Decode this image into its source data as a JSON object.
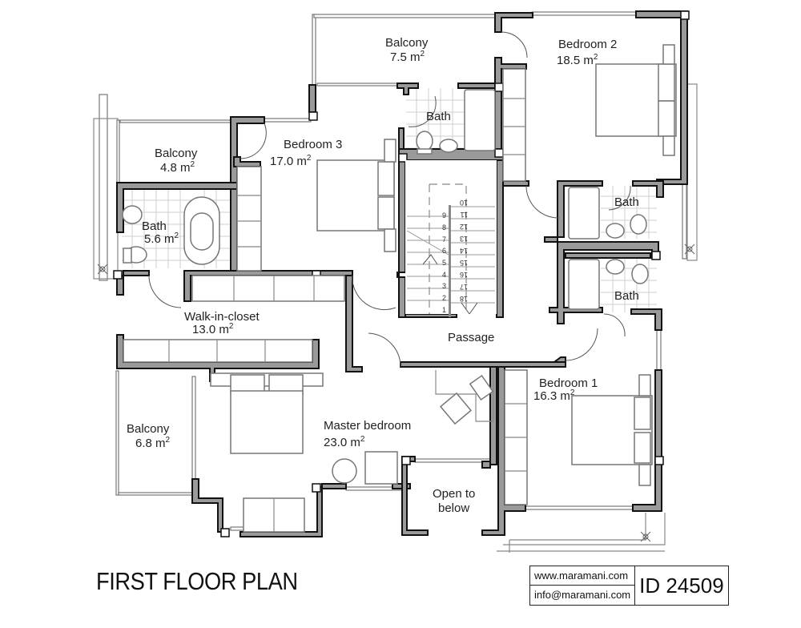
{
  "plan": {
    "title": "FIRST FLOOR PLAN",
    "website": "www.maramani.com",
    "email": "info@maramani.com",
    "plan_id": "ID 24509"
  },
  "rooms": {
    "balcony_top": {
      "name": "Balcony",
      "area": "7.5 m",
      "unit_sup": "2"
    },
    "bedroom2": {
      "name": "Bedroom 2",
      "area": "18.5 m",
      "unit_sup": "2"
    },
    "bath_top": {
      "name": "Bath"
    },
    "bedroom3": {
      "name": "Bedroom 3",
      "area": "17.0 m",
      "unit_sup": "2"
    },
    "balcony_left": {
      "name": "Balcony",
      "area": "4.8 m",
      "unit_sup": "2"
    },
    "bath_left": {
      "name": "Bath",
      "area": "5.6 m",
      "unit_sup": "2"
    },
    "bath_right_upper": {
      "name": "Bath"
    },
    "bath_right_lower": {
      "name": "Bath"
    },
    "walk_in_closet": {
      "name": "Walk-in-closet",
      "area": "13.0 m",
      "unit_sup": "2"
    },
    "passage": {
      "name": "Passage"
    },
    "bedroom1": {
      "name": "Bedroom 1",
      "area": "16.3 m",
      "unit_sup": "2"
    },
    "balcony_bottom": {
      "name": "Balcony",
      "area": "6.8 m",
      "unit_sup": "2"
    },
    "master_bedroom": {
      "name": "Master bedroom",
      "area": "23.0 m",
      "unit_sup": "2"
    },
    "open_to_below": {
      "line1": "Open to",
      "line2": "below"
    }
  },
  "stairs": {
    "left_flight": [
      "1",
      "2",
      "3",
      "4",
      "5",
      "6",
      "7",
      "8",
      "9"
    ],
    "right_flight": [
      "10",
      "11",
      "12",
      "13",
      "14",
      "15",
      "16",
      "17",
      "18"
    ]
  },
  "colors": {
    "wall_fill": "#9a9a9a",
    "wall_outline": "#111111",
    "line": "#777777",
    "tile": "#cfcfcf"
  }
}
